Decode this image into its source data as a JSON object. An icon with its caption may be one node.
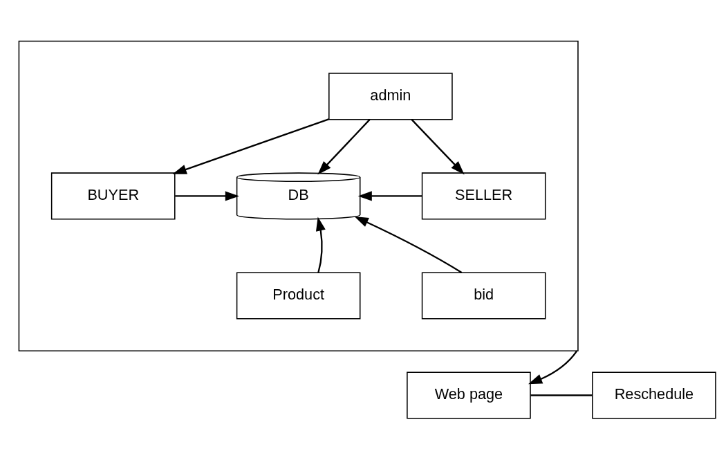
{
  "diagram": {
    "nodes": [
      {
        "text": [],
        "shape": "box"
      },
      {
        "text": [
          "admin"
        ],
        "in": 0
      },
      {
        "text": [
          "BUYER"
        ],
        "in": 0
      },
      {
        "text": [
          "DB"
        ],
        "in": 0
      },
      {
        "text": [
          "SELLER"
        ],
        "in": 0
      },
      {
        "text": [
          "Product"
        ],
        "in": 0
      },
      {
        "text": [
          "bid"
        ],
        "in": 0
      },
      {
        "text": [
          "Web page"
        ]
      },
      {
        "text": [
          "Reschedule"
        ]
      }
    ],
    "edges": [
      {
        "from": 1,
        "to": 2,
        "arrow": "to"
      },
      {
        "from": 1,
        "to": 3,
        "arrow": "to"
      },
      {
        "from": 1,
        "to": 4,
        "arrow": "to"
      },
      {
        "from": 2,
        "to": 3,
        "arrow": "to"
      },
      {
        "from": 4,
        "to": 3,
        "arrow": "to"
      },
      {
        "from": 5,
        "to": 3,
        "arrow": "to"
      },
      {
        "from": 6,
        "to": 3,
        "arrow": "to"
      },
      {
        "from": 0,
        "to": 7,
        "arrow": "to"
      },
      {
        "from": 7,
        "to": 8,
        "arrow": "none"
      }
    ]
  }
}
